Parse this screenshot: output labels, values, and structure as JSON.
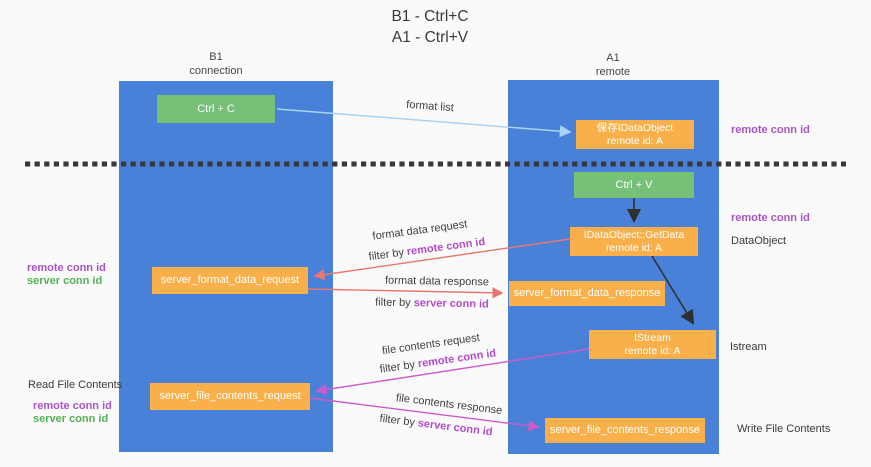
{
  "title": {
    "line1": "B1 - Ctrl+C",
    "line2": "A1 - Ctrl+V"
  },
  "lanes": {
    "left": {
      "name": "B1",
      "role": "connection"
    },
    "right": {
      "name": "A1",
      "role": "remote"
    }
  },
  "nodes": {
    "ctrl_c": {
      "label": "Ctrl + C"
    },
    "save_idataobject": {
      "line1": "保存IDataObject",
      "line2": "remote id: A"
    },
    "ctrl_v": {
      "label": "Ctrl + V"
    },
    "getdata": {
      "line1": "IDataObject::GetData",
      "line2": "remote id: A"
    },
    "server_format_data_request": {
      "label": "server_format_data_request"
    },
    "server_format_data_response": {
      "label": "server_format_data_response"
    },
    "istream": {
      "line1": "IStream",
      "line2": "remote id: A"
    },
    "server_file_contents_request": {
      "label": "server_file_contents_request"
    },
    "server_file_contents_response": {
      "label": "server_file_contents_response"
    }
  },
  "edge_labels": {
    "format_list": "format list",
    "format_data_request": "format data request",
    "format_data_response": "format data response",
    "file_contents_request": "file contents request",
    "file_contents_response": "file contents response",
    "filter_by": "filter by",
    "remote_conn_id": "remote conn id",
    "server_conn_id": "server conn id"
  },
  "annotations": {
    "remote_conn_id_top_right": "remote conn id",
    "remote_conn_id_mid_right": "remote conn id",
    "dataobject": "DataObject",
    "istream": "Istream",
    "write_file_contents": "Write File Contents",
    "remote_conn_id_left_1": "remote conn id",
    "server_conn_id_left_1": "server conn id",
    "read_file_contents": "Read File Contents",
    "remote_conn_id_left_2": "remote conn id",
    "server_conn_id_left_2": "server conn id"
  },
  "colors": {
    "background": "#fafafa",
    "lane_blue": "#4a81d8",
    "node_green": "#76c078",
    "node_orange": "#fab04a",
    "label_purple": "#a855c8",
    "label_green": "#55b155",
    "filter_purple": "#b44bcb",
    "arrow_blue": "#a9d3f2",
    "arrow_salmon": "#e8776f",
    "arrow_magenta": "#ca5bc8",
    "arrow_black": "#2f2f2f"
  }
}
